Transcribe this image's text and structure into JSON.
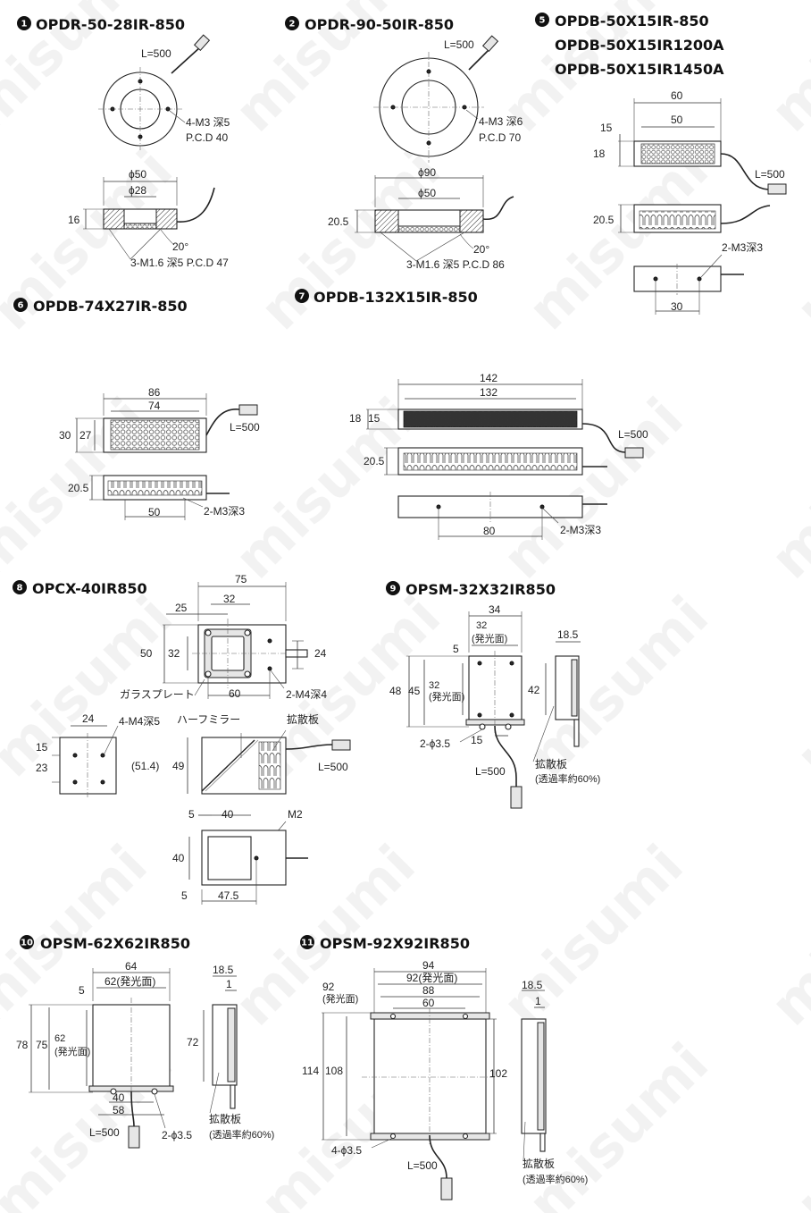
{
  "watermark": "misumi",
  "products": [
    {
      "num": "1",
      "names": [
        "OPDR-50-28IR-850"
      ]
    },
    {
      "num": "2",
      "names": [
        "OPDR-90-50IR-850"
      ]
    },
    {
      "num": "5",
      "names": [
        "OPDB-50X15IR-850",
        "OPDB-50X15IR1200A",
        "OPDB-50X15IR1450A"
      ]
    },
    {
      "num": "6",
      "names": [
        "OPDB-74X27IR-850"
      ]
    },
    {
      "num": "7",
      "names": [
        "OPDB-132X15IR-850"
      ]
    },
    {
      "num": "8",
      "names": [
        "OPCX-40IR850"
      ]
    },
    {
      "num": "9",
      "names": [
        "OPSM-32X32IR850"
      ]
    },
    {
      "num": "10",
      "names": [
        "OPSM-62X62IR850"
      ]
    },
    {
      "num": "11",
      "names": [
        "OPSM-92X92IR850"
      ]
    }
  ],
  "labels": {
    "p1": {
      "cable": "L=500",
      "holes": "4-M3 深5",
      "pcd": "P.C.D 40",
      "od": "ϕ50",
      "id": "ϕ28",
      "h": "16",
      "angle": "20°",
      "bottom": "3-M1.6 深5 P.C.D 47"
    },
    "p2": {
      "cable": "L=500",
      "holes": "4-M3 深6",
      "pcd": "P.C.D 70",
      "od": "ϕ90",
      "id": "ϕ50",
      "h": "20.5",
      "angle": "20°",
      "bottom": "3-M1.6 深5 P.C.D 86"
    },
    "p5": {
      "w": "60",
      "led": "50",
      "a": "15",
      "b": "18",
      "cable": "L=500",
      "h": "20.5",
      "holes": "2-M3深3",
      "pitch": "30"
    },
    "p6": {
      "w": "86",
      "led": "74",
      "a": "30",
      "b": "27",
      "cable": "L=500",
      "h": "20.5",
      "pitch": "50",
      "holes": "2-M3深3"
    },
    "p7": {
      "w": "142",
      "led": "132",
      "a": "18",
      "b": "15",
      "cable": "L=500",
      "h": "20.5",
      "pitch": "80",
      "holes": "2-M3深3"
    },
    "p8": {
      "w": "75",
      "d25": "25",
      "d32t": "32",
      "d50": "50",
      "d32l": "32",
      "d24r": "24",
      "d60": "60",
      "glass": "ガラスプレート",
      "m4a": "2-M4深4",
      "s24": "24",
      "m4b": "4-M4深5",
      "s15": "15",
      "s23": "23",
      "mirror": "ハーフミラー",
      "diff": "拡散板",
      "s514": "(51.4)",
      "s49": "49",
      "cable": "L=500",
      "b5a": "5",
      "b40": "40",
      "m2": "M2",
      "b40v": "40",
      "b5b": "5",
      "b475": "47.5"
    },
    "p9": {
      "w": "34",
      "e1": "32",
      "e2": "(発光面)",
      "t": "18.5",
      "s5": "5",
      "s48": "48",
      "s45": "45",
      "v1": "32",
      "v2": "(発光面)",
      "s42": "42",
      "holes": "2-ϕ3.5",
      "s15": "15",
      "cable": "L=500",
      "diff": "拡散板",
      "trans": "(透過率約60%)"
    },
    "p10": {
      "w": "64",
      "e": "62(発光面)",
      "s5": "5",
      "t": "18.5",
      "one": "1",
      "s78": "78",
      "s75": "75",
      "v1": "62",
      "v2": "(発光面)",
      "s72": "72",
      "s40": "40",
      "s58": "58",
      "cable": "L=500",
      "holes": "2-ϕ3.5",
      "diff": "拡散板",
      "trans": "(透過率約60%)"
    },
    "p11": {
      "w": "94",
      "e": "92(発光面)",
      "l1": "92",
      "l2": "(発光面)",
      "s88": "88",
      "s60": "60",
      "t": "18.5",
      "one": "1",
      "s114": "114",
      "s108": "108",
      "s102": "102",
      "holes": "4-ϕ3.5",
      "cable": "L=500",
      "diff": "拡散板",
      "trans": "(透過率約60%)"
    }
  }
}
